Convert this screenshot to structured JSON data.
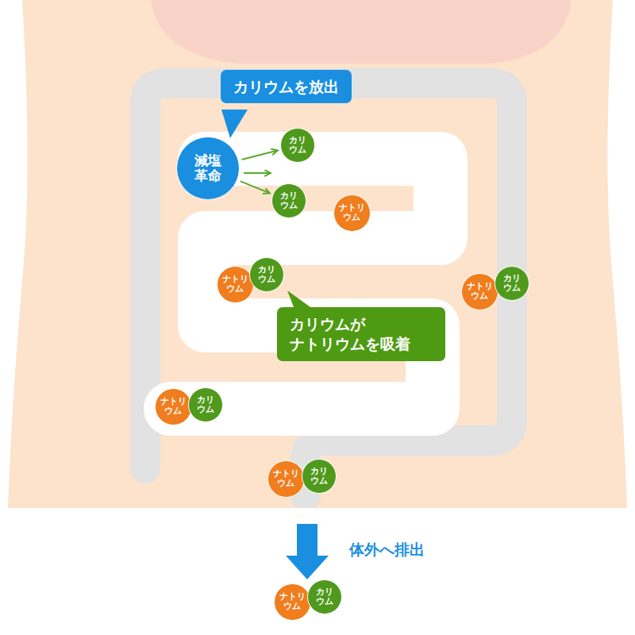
{
  "diagram": {
    "nodes": [
      {
        "text": [
          "カリウムを放出"
        ]
      },
      {
        "text": [
          "減塩 革命"
        ]
      },
      {
        "text": [
          "カリ ウム"
        ]
      },
      {
        "text": [
          "カリ ウム"
        ]
      },
      {
        "text": [
          "ナトリ ウム"
        ]
      },
      {
        "text": [
          "ナトリ ウム"
        ]
      },
      {
        "text": [
          "カリ ウム"
        ]
      },
      {
        "text": [
          "ナトリ ウム"
        ]
      },
      {
        "text": [
          "カリ ウム"
        ]
      },
      {
        "text": [
          "カリウムが ナトリウムを吸着"
        ]
      },
      {
        "text": [
          "ナトリ ウム"
        ]
      },
      {
        "text": [
          "カリ ウム"
        ]
      },
      {
        "text": [
          "ナトリ ウム"
        ]
      },
      {
        "text": [
          "カリ ウム"
        ]
      },
      {
        "text": [
          "ナトリ ウム"
        ]
      },
      {
        "text": [
          "カリ ウム"
        ]
      }
    ],
    "edges": [
      {
        "from": 1,
        "to": 2,
        "arrow": "to"
      },
      {
        "from": 1,
        "to": 3,
        "arrow": "to"
      }
    ],
    "labels": [
      "体外へ排出"
    ]
  }
}
